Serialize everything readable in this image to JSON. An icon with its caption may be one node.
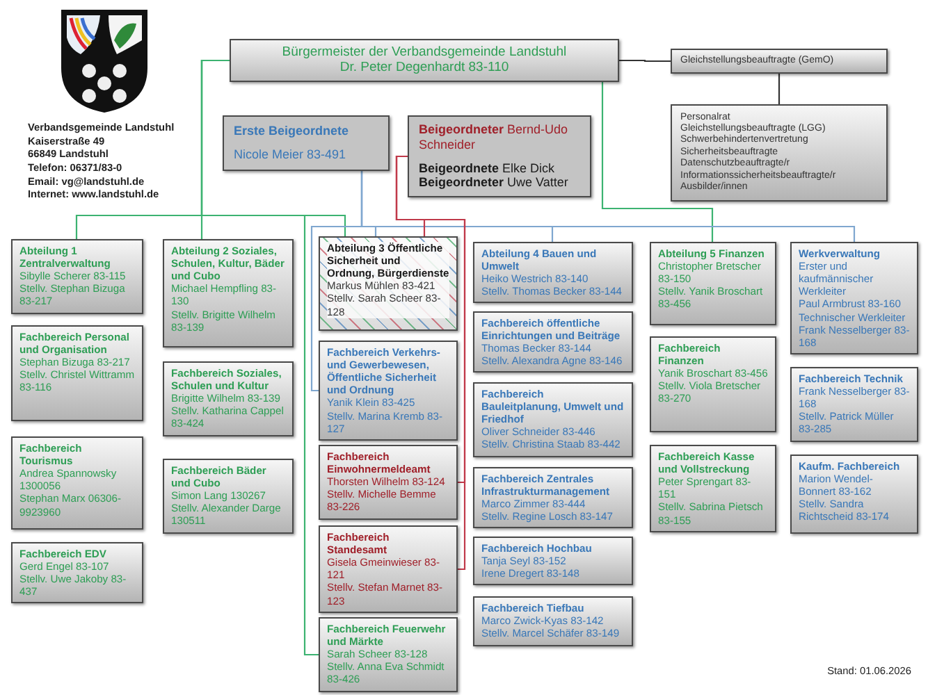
{
  "diagram": {
    "nodes": [
      {
        "text": [
          "Bürgermeister der Verbandsgemeinde Landstuhl",
          "Dr. Peter Degenhardt 83-110"
        ]
      },
      {
        "text": [
          "Gleichstellungsbeauftragte (GemO)"
        ]
      },
      {
        "text": [
          "Personalrat",
          "Gleichstellungsbeauftragte (LGG)",
          "Schwerbehindertenvertretung",
          "Sicherheitsbeauftragte",
          "Datenschutzbeauftragte/r",
          "Informationssicherheitsbeauftragte/r",
          "Ausbilder/innen"
        ]
      },
      {
        "text": [
          "Erste Beigeordnete",
          "Nicole Meier 83-491"
        ]
      },
      {
        "text": [
          "**Beigeordneter** Bernd-Udo Schneider",
          "**Beigeordnete** Elke Dick",
          "**Beigeordneter** Uwe Vatter"
        ]
      },
      {
        "text": [
          "Abteilung 1 Zentralverwaltung",
          "Sibylle Scherer 83-115",
          "Stellv. Stephan Bizuga 83-217"
        ]
      },
      {
        "text": [
          "Fachbereich Personal und Organisation",
          "Stephan Bizuga 83-217",
          "Stellv. Christel Wittramm 83-116"
        ]
      },
      {
        "text": [
          "Fachbereich Tourismus",
          "Andrea Spannowsky 1300056",
          "Stephan Marx 06306-9923960"
        ]
      },
      {
        "text": [
          "Fachbereich EDV",
          "Gerd Engel 83-107",
          "Stellv. Uwe Jakoby 83-437"
        ]
      },
      {
        "text": [
          "Abteilung 2 Soziales, Schulen, Kultur, Bäder und Cubo",
          "Michael Hempfling 83-130",
          "Stellv. Brigitte Wilhelm 83-139"
        ]
      },
      {
        "text": [
          "Fachbereich Soziales, Schulen und Kultur",
          "Brigitte Wilhelm 83-139",
          "Stellv. Katharina Cappel 83-424"
        ]
      },
      {
        "text": [
          "Fachbereich Bäder und Cubo",
          "Simon Lang 130267",
          "Stellv. Alexander Darge 130511"
        ]
      },
      {
        "text": [
          "Abteilung 3 Öffentliche Sicherheit und Ordnung, Bürgerdienste",
          "Markus Mühlen 83-421",
          "Stellv. Sarah Scheer 83-128"
        ]
      },
      {
        "text": [
          "Fachbereich Verkehrs- und Gewerbewesen, Öffentliche Sicherheit und Ordnung",
          "Yanik Klein 83-425",
          "Stellv. Marina Kremb 83-127"
        ]
      },
      {
        "text": [
          "Fachbereich Einwohnermeldeamt",
          "Thorsten Wilhelm 83-124",
          "Stellv. Michelle Bemme 83-226"
        ]
      },
      {
        "text": [
          "Fachbereich Standesamt",
          "Gisela Gmeinwieser 83-121",
          "Stellv. Stefan Marnet 83-123"
        ]
      },
      {
        "text": [
          "Fachbereich Feuerwehr und Märkte",
          "Sarah Scheer 83-128",
          "Stellv. Anna Eva Schmidt 83-426"
        ]
      },
      {
        "text": [
          "Abteilung 4 Bauen und Umwelt",
          "Heiko Westrich 83-140",
          "Stellv. Thomas Becker 83-144"
        ]
      },
      {
        "text": [
          "Fachbereich öffentliche Einrichtungen und Beiträge",
          "Thomas Becker 83-144",
          "Stellv. Alexandra Agne 83-146"
        ]
      },
      {
        "text": [
          "Fachbereich Bauleitplanung, Umwelt und Friedhof",
          "Oliver Schneider 83-446",
          "Stellv. Christina Staab 83-442"
        ]
      },
      {
        "text": [
          "Fachbereich Zentrales Infrastrukturmanagement",
          "Marco Zimmer 83-444",
          "Stellv. Regine Losch 83-147"
        ]
      },
      {
        "text": [
          "Fachbereich Hochbau",
          "Tanja Seyl 83-152",
          "Irene Dregert 83-148"
        ]
      },
      {
        "text": [
          "Fachbereich Tiefbau",
          "Marco Zwick-Kyas 83-142",
          "Stellv. Marcel Schäfer 83-149"
        ]
      },
      {
        "text": [
          "Abteilung 5 Finanzen",
          "Christopher Bretscher 83-150",
          "Stellv. Yanik Broschart 83-456"
        ]
      },
      {
        "text": [
          "Fachbereich Finanzen",
          "Yanik Broschart 83-456",
          "Stellv. Viola Bretscher 83-270"
        ]
      },
      {
        "text": [
          "Fachbereich Kasse und Vollstreckung",
          "Peter Sprengart 83-151",
          "Stellv. Sabrina Pietsch 83-155"
        ]
      },
      {
        "text": [
          "Werkverwaltung",
          "Erster und kaufmännischer Werkleiter",
          "Paul Armbrust 83-160",
          "Technischer Werkleiter",
          "Frank Nesselberger 83- 168"
        ]
      },
      {
        "text": [
          "Fachbereich Technik",
          "Frank Nesselberger 83-168",
          "Stellv. Patrick Müller 83-285"
        ]
      },
      {
        "text": [
          "Kaufm. Fachbereich",
          "Marion Wendel-Bonnert 83-162",
          "Stellv. Sandra Richtscheid 83-174"
        ]
      }
    ],
    "edges": [
      {
        "from": 0,
        "to": 1,
        "arrow": "none",
        "color": "#333333"
      },
      {
        "from": 1,
        "to": 2,
        "arrow": "none",
        "color": "#333333"
      },
      {
        "from": 0,
        "to": 5,
        "arrow": "none"
      },
      {
        "from": 0,
        "to": 9,
        "arrow": "none"
      },
      {
        "from": 0,
        "to": 12,
        "arrow": "none"
      },
      {
        "from": 0,
        "to": 16,
        "arrow": "none"
      },
      {
        "from": 0,
        "to": 23,
        "arrow": "none"
      },
      {
        "from": 3,
        "to": 12,
        "arrow": "none",
        "color": "#7fa7cf"
      },
      {
        "from": 3,
        "to": 13,
        "arrow": "none",
        "color": "#7fa7cf"
      },
      {
        "from": 3,
        "to": 17,
        "arrow": "none",
        "color": "#7fa7cf"
      },
      {
        "from": 3,
        "to": 26,
        "arrow": "none",
        "color": "#7fa7cf"
      },
      {
        "from": 4,
        "to": 12,
        "arrow": "none",
        "color": "#c0394a"
      },
      {
        "from": 4,
        "to": 14,
        "arrow": "none",
        "color": "#c0394a"
      },
      {
        "from": 4,
        "to": 15,
        "arrow": "none",
        "color": "#c0394a"
      }
    ],
    "labels": [
      "Verbandsgemeinde Landstuhl",
      "Kaiserstraße 49",
      "66849 Landstuhl",
      "Telefon: 06371/83-0",
      "Email: vg@landstuhl.de",
      "Internet: www.landstuhl.de",
      "Stand: 01.06.2026"
    ]
  }
}
